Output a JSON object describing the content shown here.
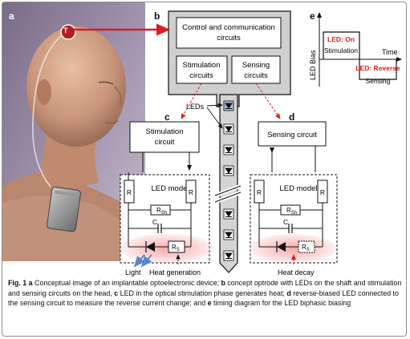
{
  "figure": {
    "panels": {
      "a": "a",
      "b": "b",
      "c": "c",
      "d": "d",
      "e": "e"
    },
    "implant_icon_label": "T",
    "panel_b": {
      "control_box": "Control and communication circuits",
      "stim_box_line1": "Stimulation",
      "stim_box_line2": "circuits",
      "sense_box_line1": "Sensing",
      "sense_box_line2": "circuits",
      "leds_label": "LEDs"
    },
    "panel_c": {
      "circuit_line1": "Stimulation",
      "circuit_line2": "circuit",
      "led_model": "LED model",
      "r_left": "R",
      "r_right": "R",
      "rsh": "R",
      "rsh_sub": "Sh",
      "cap": "C",
      "rs": "R",
      "rs_sub": "S",
      "light": "Light",
      "heat": "Heat generation"
    },
    "panel_d": {
      "circuit": "Sensing circuit",
      "led_model": "LED model",
      "r_left": "R",
      "r_right": "R",
      "rsh": "R",
      "rsh_sub": "Sh",
      "cap": "C",
      "rs": "R",
      "rs_sub": "S",
      "heat": "Heat decay"
    },
    "panel_e": {
      "y_axis": "LED Bias",
      "x_axis": "Time",
      "on_label": "LED: On",
      "on_sub": "Stimulation",
      "rev_label": "LED: Reverse",
      "rev_sub": "Sensing"
    },
    "colors": {
      "red": "#d42020",
      "blue": "#5d86c8",
      "frame": "#8f8f8f",
      "gray_box": "#cfcfcf"
    }
  },
  "caption": {
    "fig_label": "Fig. 1",
    "text_a": "a",
    "part1": " Conceptual image of an implantable optoelectronic device; ",
    "text_b": "b",
    "part2": " concept optrode with LEDs on the shaft and stimulation and sensing circuits on the head, ",
    "text_c": "c",
    "part3": " LED in the optical stimulation phase generates heat; ",
    "text_d": "d",
    "part4": " reverse-biased LED connected to the sensing circuit to measure the reverse current change; and ",
    "text_e": "e",
    "part5": " timing diagram for the LED biphasic biasing"
  }
}
